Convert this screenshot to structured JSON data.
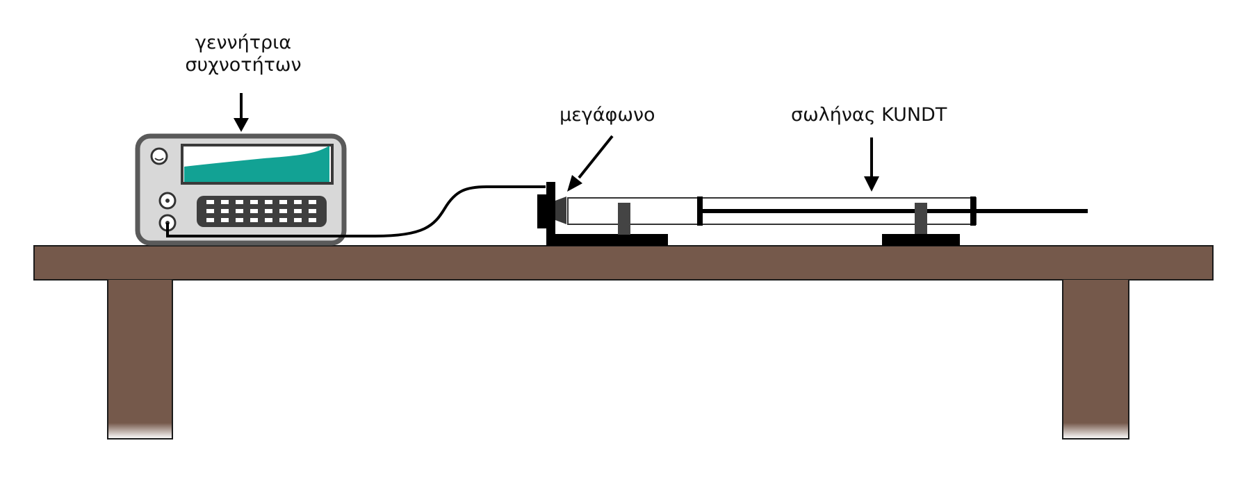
{
  "labels": {
    "generator_line1": "γεννήτρια",
    "generator_line2": "συχνοτήτων",
    "speaker": "μεγάφωνο",
    "tube": "σωλήνας KUNDT"
  },
  "colors": {
    "table": "#75594b",
    "screen_wave": "#12a294",
    "generator_body": "#d8d8d8",
    "generator_frame": "#5a5a5a",
    "ink": "#000000"
  },
  "icons": {
    "arrow": "arrow-down-icon",
    "knob": "knob-icon",
    "connector": "bnc-connector-icon"
  }
}
